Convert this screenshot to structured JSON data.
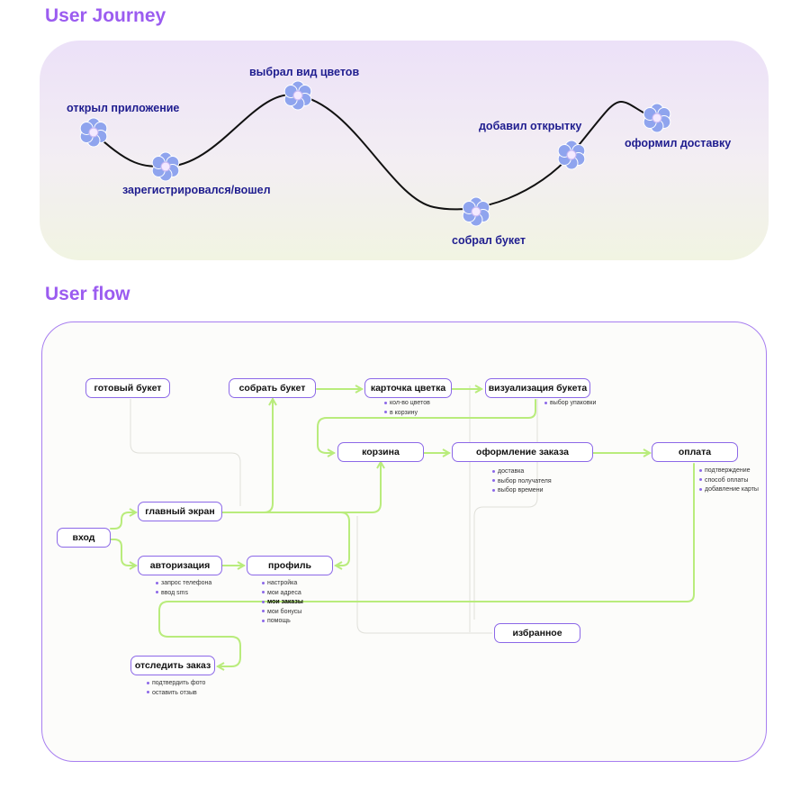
{
  "journey": {
    "title": "User Journey",
    "steps": [
      {
        "id": "open",
        "label": "открыл приложение"
      },
      {
        "id": "login",
        "label": "зарегистрировался/вошел"
      },
      {
        "id": "choose",
        "label": "выбрал вид цветов"
      },
      {
        "id": "bouquet",
        "label": "собрал букет"
      },
      {
        "id": "card",
        "label": "добавил открытку"
      },
      {
        "id": "delivery",
        "label": "оформил доставку"
      }
    ]
  },
  "flow": {
    "title": "User flow",
    "nodes": {
      "entry": "вход",
      "main_screen": "главный экран",
      "auth": "авторизация",
      "profile": "профиль",
      "ready_bouquet": "готовый букет",
      "build_bouquet": "собрать букет",
      "flower_card": "карточка цветка",
      "visualization": "визуализация букета",
      "cart": "корзина",
      "checkout": "оформление заказа",
      "payment": "оплата",
      "favorites": "избранное",
      "track_order": "отследить заказ"
    },
    "details": {
      "flower_card": [
        "кол-во цветов",
        "в корзину"
      ],
      "visualization": [
        "выбор упаковки"
      ],
      "checkout": [
        "доставка",
        "выбор получателя",
        "выбор времени"
      ],
      "payment": [
        "подтверждение",
        "способ оплаты",
        "добавление карты"
      ],
      "auth": [
        "запрос телефона",
        "ввод sms"
      ],
      "profile": [
        "настройка",
        "мои адреса",
        "мои заказы",
        "мои бонусы",
        "помощь"
      ],
      "track_order": [
        "подтвердить фото",
        "оставить отзыв"
      ]
    },
    "highlighted_detail": "мои заказы"
  },
  "colors": {
    "accent": "#9b5cf0",
    "node_border": "#8c68e8",
    "arrow": "#b9ec7c",
    "journey_text": "#1f1d8f",
    "flower_petal": "#8fa4ee",
    "secondary_line": "#e0e0da"
  }
}
